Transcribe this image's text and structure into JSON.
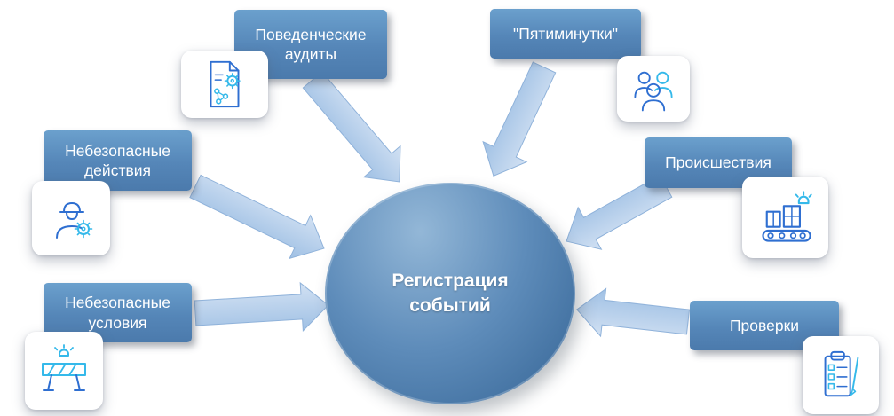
{
  "diagram": {
    "center": {
      "label": "Регистрация событий"
    },
    "nodes": [
      {
        "id": "behavioral-audits",
        "label": "Поведенческие аудиты",
        "icon": "document-gear-icon"
      },
      {
        "id": "five-minute-talks",
        "label": "\"Пятиминутки\"",
        "icon": "people-group-icon"
      },
      {
        "id": "unsafe-actions",
        "label": "Небезопасные действия",
        "icon": "worker-gear-icon"
      },
      {
        "id": "incidents",
        "label": "Происшествия",
        "icon": "conveyor-alarm-icon"
      },
      {
        "id": "unsafe-conditions",
        "label": "Небезопасные условия",
        "icon": "barrier-alarm-icon"
      },
      {
        "id": "inspections",
        "label": "Проверки",
        "icon": "checklist-pen-icon"
      }
    ],
    "colors": {
      "box_blue": "#5586b8",
      "arrow_blue": "#b6cfec",
      "ellipse_blue": "#4a7aa8",
      "icon_cyan": "#35b9ea",
      "icon_blue": "#2f6fd1",
      "text": "#ffffff"
    }
  }
}
